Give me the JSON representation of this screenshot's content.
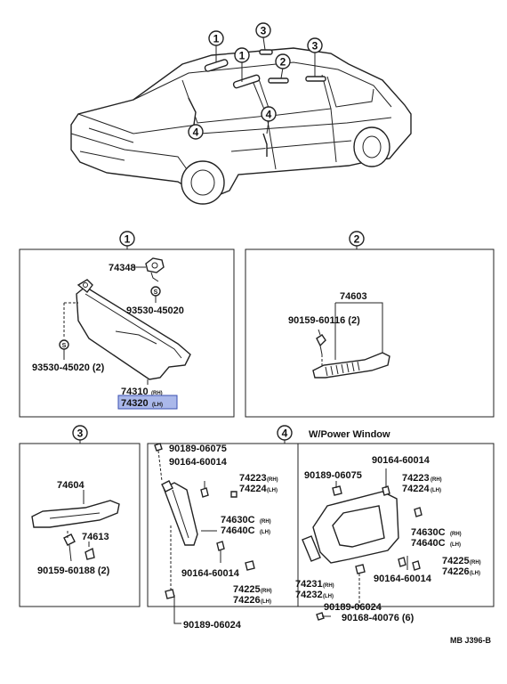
{
  "callout_numbers": [
    "1",
    "2",
    "3",
    "4"
  ],
  "sections": {
    "s1": {
      "number": "1",
      "labels": {
        "p74348": "74348",
        "p93530_upper": "93530-45020",
        "p93530_lower": "93530-45020 (2)",
        "p74310": "74310",
        "p74320": "74320",
        "rh": "(RH)",
        "lh": "(LH)"
      },
      "highlight_color": "#aab8ea"
    },
    "s2": {
      "number": "2",
      "labels": {
        "p74603": "74603",
        "p90159": "90159-60116 (2)"
      }
    },
    "s3": {
      "number": "3",
      "labels": {
        "p74604": "74604",
        "p74613": "74613",
        "p90159": "90159-60188 (2)"
      }
    },
    "s4": {
      "number": "4",
      "title": "W/Power Window",
      "left": {
        "p90189_top": "90189-06075",
        "p90164_top": "90164-60014",
        "p74223": "74223",
        "p74224": "74224",
        "p74630c": "74630C",
        "p74640c": "74640C",
        "p90164_mid": "90164-60014",
        "p74225": "74225",
        "p74226": "74226",
        "p90189_bot": "90189-06024"
      },
      "right": {
        "p90164_top": "90164-60014",
        "p90189_top": "90189-06075",
        "p74223": "74223",
        "p74224": "74224",
        "p74630c": "74630C",
        "p74640c": "74640C",
        "p74225": "74225",
        "p74226": "74226",
        "p90164_mid": "90164-60014",
        "p74231": "74231",
        "p74232": "74232",
        "p90189_bot": "90189-06024",
        "p90168": "90168-40076 (6)"
      }
    }
  },
  "footer_code": "MB J396-B"
}
